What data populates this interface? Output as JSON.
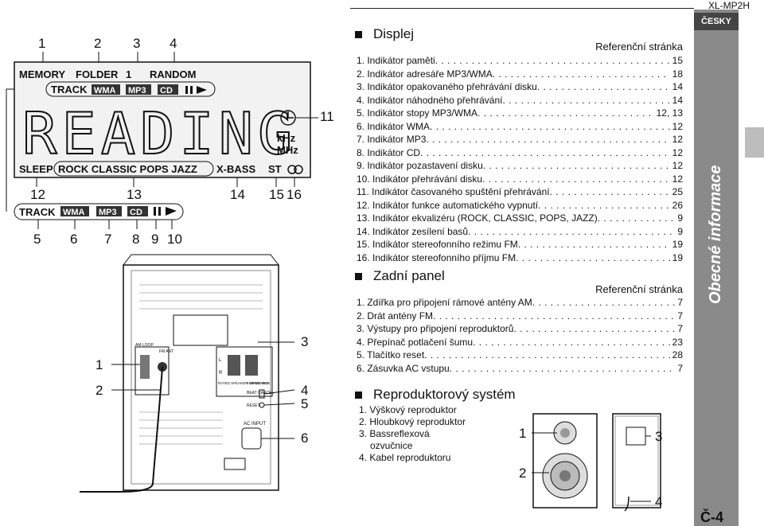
{
  "header": {
    "model": "XL-MP2H",
    "language": "ČESKY",
    "section_vertical": "Obecné informace",
    "page": "Č-4"
  },
  "display": {
    "title": "Displej",
    "ref_header": "Referenční stránka",
    "items": [
      {
        "label": "1. Indikátor paměti",
        "page": "15"
      },
      {
        "label": "2. Indikátor adresáře MP3/WMA",
        "page": "18"
      },
      {
        "label": "3. Indikátor opakovaného přehrávání disku",
        "page": "14"
      },
      {
        "label": "4. Indikátor náhodného přehrávání",
        "page": "14"
      },
      {
        "label": "5. Indikátor stopy MP3/WMA",
        "page": "12, 13"
      },
      {
        "label": "6. Indikátor WMA",
        "page": "12"
      },
      {
        "label": "7. Indikátor MP3",
        "page": "12"
      },
      {
        "label": "8. Indikátor CD",
        "page": "12"
      },
      {
        "label": "9. Indikátor pozastavení disku",
        "page": "12"
      },
      {
        "label": "10. Indikátor přehrávání disku",
        "page": "12"
      },
      {
        "label": "11. Indikátor časovaného spuštění přehrávání",
        "page": "25"
      },
      {
        "label": "12. Indikátor funkce automatického vypnutí",
        "page": "26"
      },
      {
        "label": "13. Indikátor ekvalizéru (ROCK, CLASSIC, POPS, JAZZ)",
        "page": "9"
      },
      {
        "label": "14. Indikátor zesílení basů",
        "page": "9"
      },
      {
        "label": "15. Indikátor stereofonního režimu FM",
        "page": "19"
      },
      {
        "label": "16. Indikátor stereofonního příjmu FM",
        "page": "19"
      }
    ]
  },
  "rear": {
    "title": "Zadní panel",
    "ref_header": "Referenční stránka",
    "items": [
      {
        "label": "1. Zdířka pro připojení rámové antény AM",
        "page": "7"
      },
      {
        "label": "2. Drát antény FM",
        "page": "7"
      },
      {
        "label": "3. Výstupy pro připojení reproduktorů",
        "page": "7"
      },
      {
        "label": "4. Přepínač potlačení šumu",
        "page": "23"
      },
      {
        "label": "5. Tlačítko reset",
        "page": "28"
      },
      {
        "label": "6. Zásuvka AC vstupu",
        "page": "7"
      }
    ]
  },
  "speaker": {
    "title": "Reproduktorový systém",
    "items": [
      "1. Výškový reproduktor",
      "2. Hloubkový reproduktor",
      "3. Bassreflexová",
      "ozvučnice",
      "4. Kabel reproduktoru"
    ]
  },
  "lcd": {
    "top_numbers": [
      "1",
      "2",
      "3",
      "4"
    ],
    "row1": [
      "MEMORY",
      "FOLDER",
      "1",
      "RANDOM"
    ],
    "row2": [
      "TRACK",
      "WMA",
      "MP3",
      "CD"
    ],
    "big_text": "READING",
    "khz": "kHz",
    "mhz": "MHz",
    "row3": [
      "SLEEP",
      "ROCK CLASSIC POPS JAZZ",
      "X-BASS",
      "ST"
    ],
    "right_number": "11",
    "mid_numbers": [
      "12",
      "13",
      "14",
      "15",
      "16"
    ],
    "detail": [
      "TRACK",
      "WMA",
      "MP3",
      "CD"
    ],
    "bottom_numbers": [
      "5",
      "6",
      "7",
      "8",
      "9",
      "10"
    ]
  },
  "panel": {
    "callouts_left": [
      "1",
      "2"
    ],
    "callouts_right": [
      "3",
      "4",
      "5",
      "6"
    ],
    "small_labels": [
      "AM LOOP",
      "FM ANT",
      "L",
      "R",
      "RATED SPEAKER IMPEDANCE",
      "6 OHMS MIN",
      "BEAT CANCEL",
      "RESET",
      "AC INPUT"
    ]
  },
  "speaker_fig": {
    "callouts": [
      "1",
      "2",
      "3",
      "4"
    ]
  }
}
